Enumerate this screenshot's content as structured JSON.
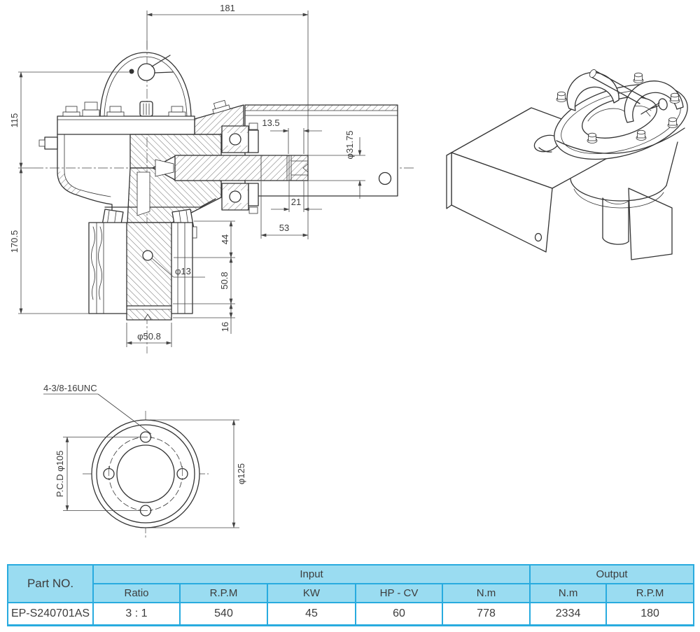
{
  "colors": {
    "table_border": "#28abdf",
    "table_header_fill": "#9adcf1",
    "drawing_line": "#333333",
    "text": "#3c3c3c"
  },
  "main_view": {
    "dims": {
      "width_181": "181",
      "height_115": "115",
      "height_170_5": "170.5",
      "len_13_5": "13.5",
      "dia_31_75": "φ31.75",
      "len_21": "21",
      "len_53": "53",
      "len_44": "44",
      "len_50_8": "50.8",
      "len_16": "16",
      "dia_13": "φ13",
      "dia_50_8": "φ50.8"
    }
  },
  "flange_view": {
    "dims": {
      "thread": "4-3/8-16UNC",
      "pcd": "P.C.D φ105",
      "outer_dia": "φ125"
    }
  },
  "table": {
    "part_no_header": "Part NO.",
    "group_headers": {
      "input": "Input",
      "output": "Output"
    },
    "columns": [
      "Ratio",
      "R.P.M",
      "KW",
      "HP - CV",
      "N.m",
      "N.m",
      "R.P.M"
    ],
    "rows": [
      [
        "EP-S240701AS",
        "3 : 1",
        "540",
        "45",
        "60",
        "778",
        "2334",
        "180"
      ]
    ]
  }
}
